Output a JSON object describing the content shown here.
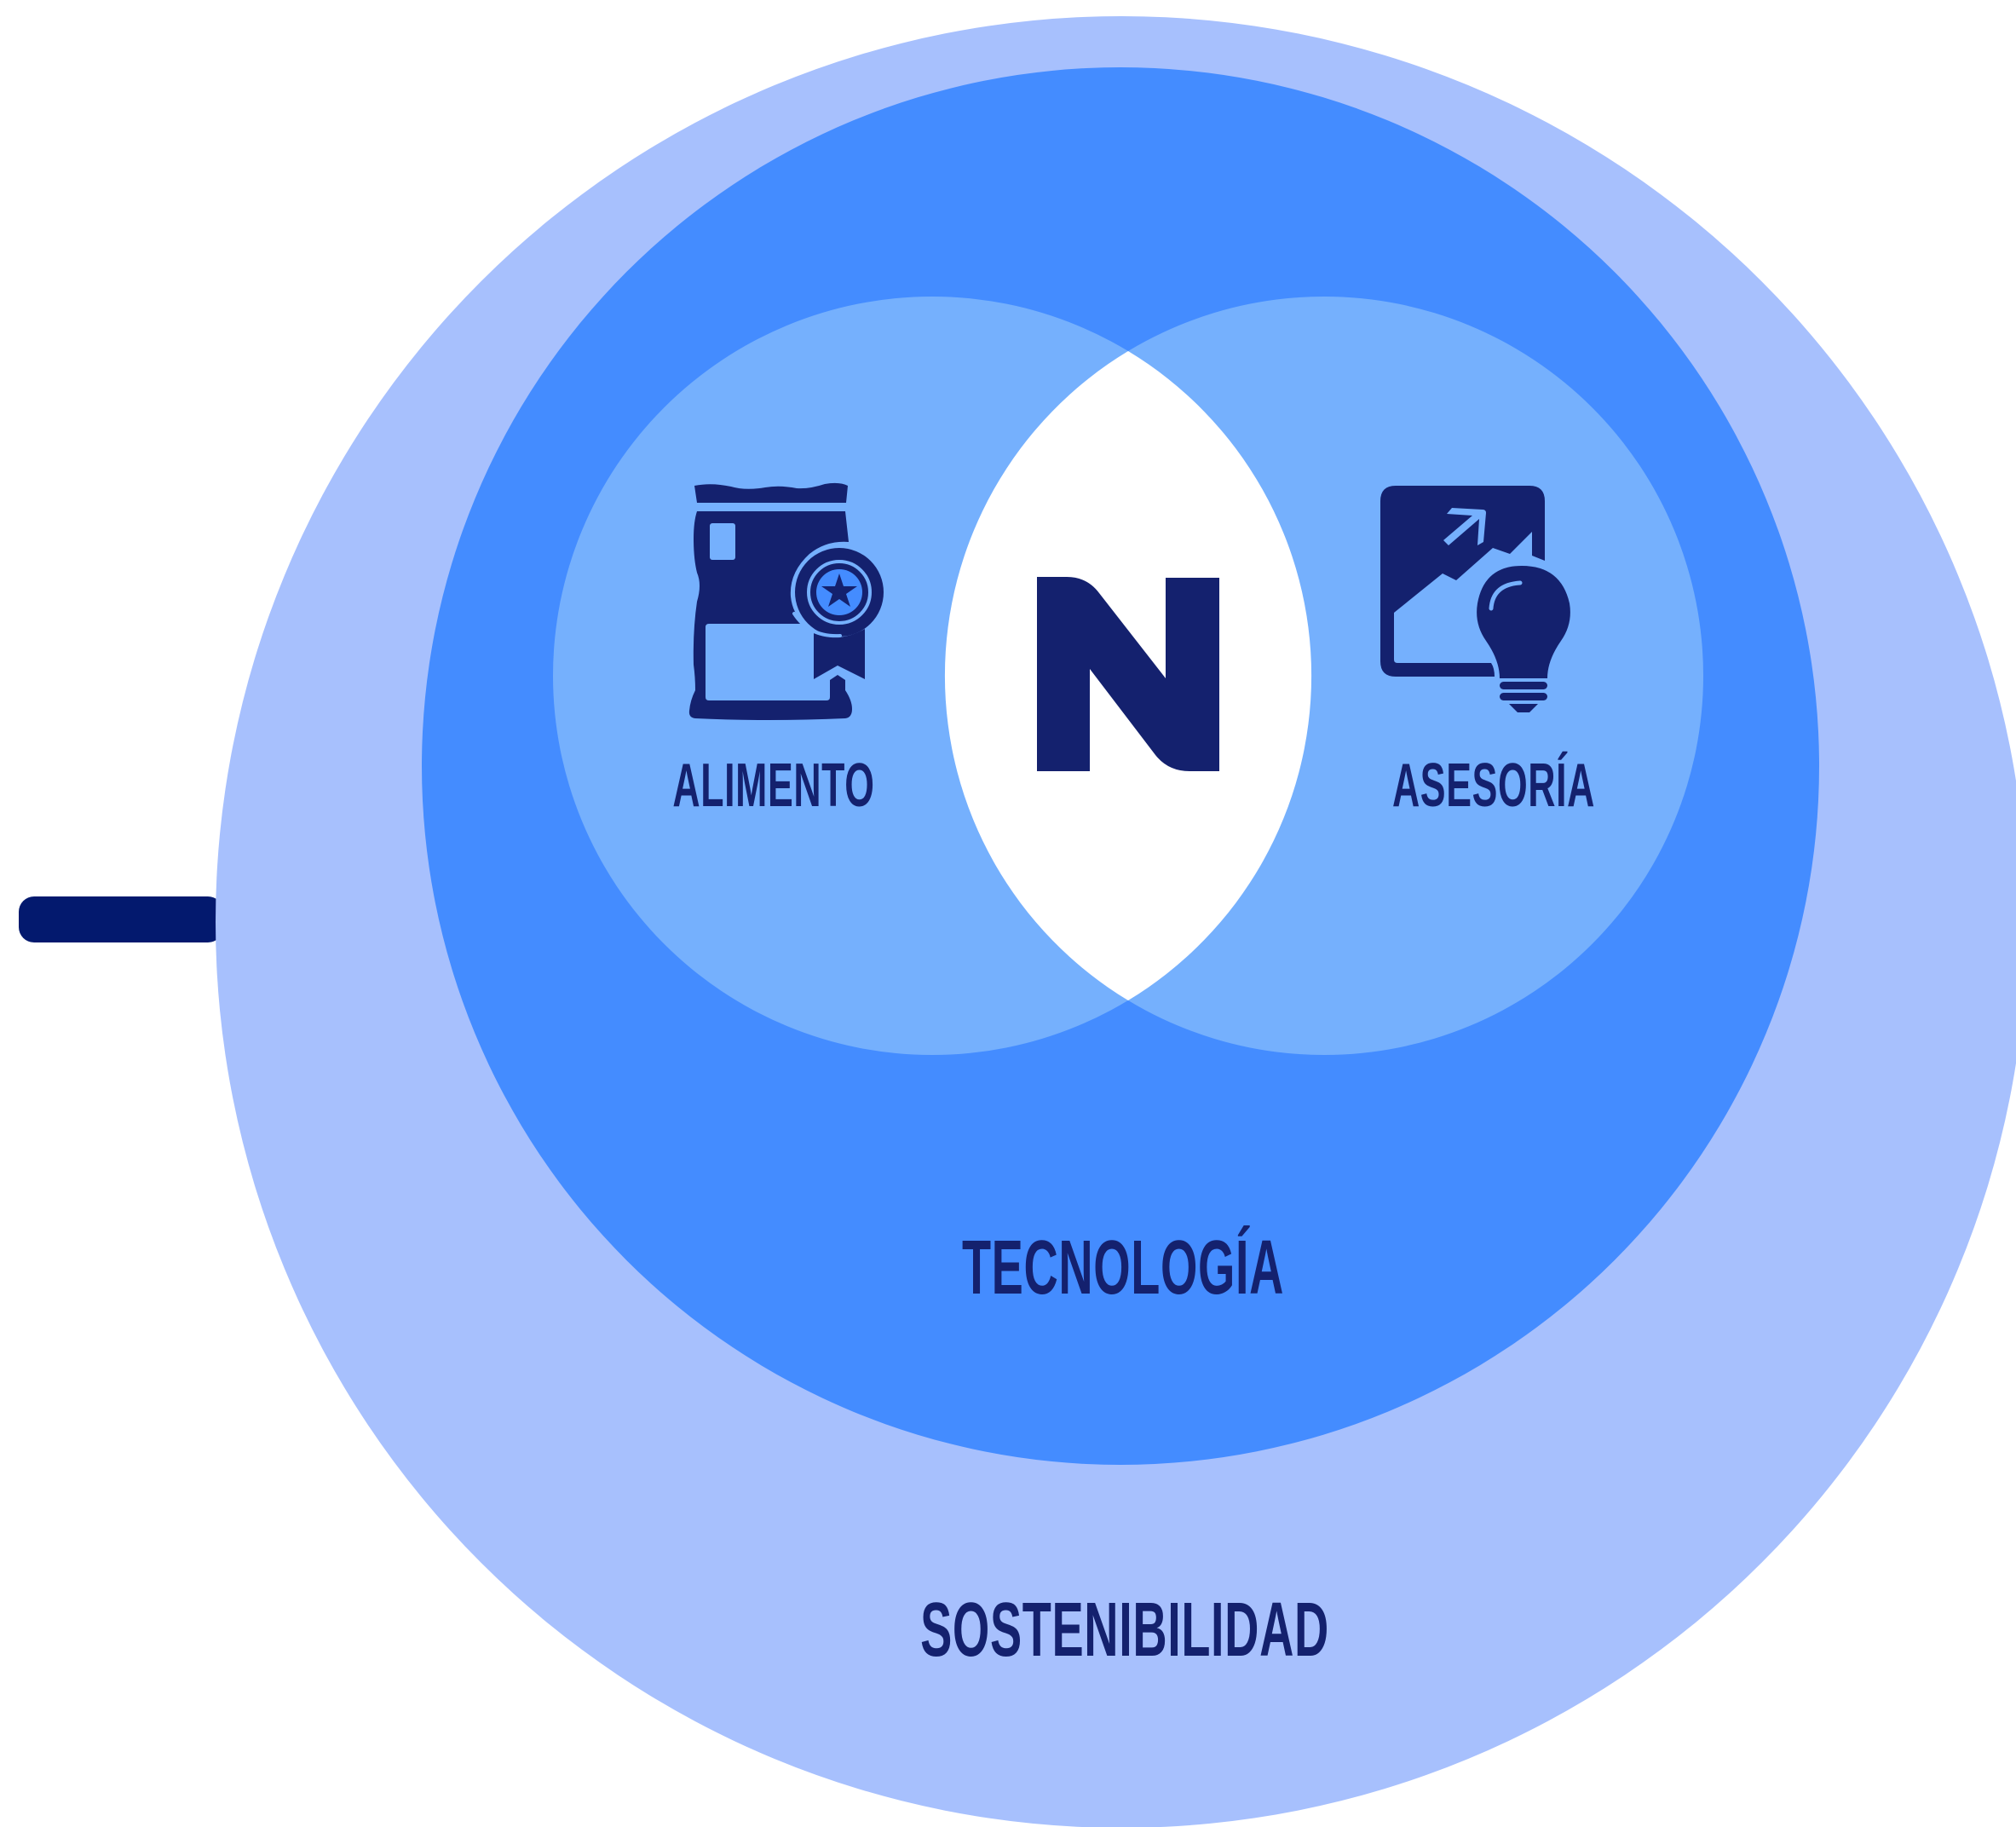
{
  "colors": {
    "outer_ring": "#a7c0fd",
    "middle_circle": "#448cff",
    "inner_circles": "#75b0fd",
    "intersection": "#ffffff",
    "navy": "#14216e",
    "bar": "#03196e",
    "background": "#ffffff"
  },
  "icons": {
    "left": "food-bag-award-icon",
    "right": "growth-chart-lightbulb-icon",
    "center": "letter-n-logo-icon"
  },
  "labels": {
    "left": "ALIMENTO",
    "right": "ASESORÍA",
    "middle": "TECNOLOGÍA",
    "outer": "SOSTENIBILIDAD"
  }
}
